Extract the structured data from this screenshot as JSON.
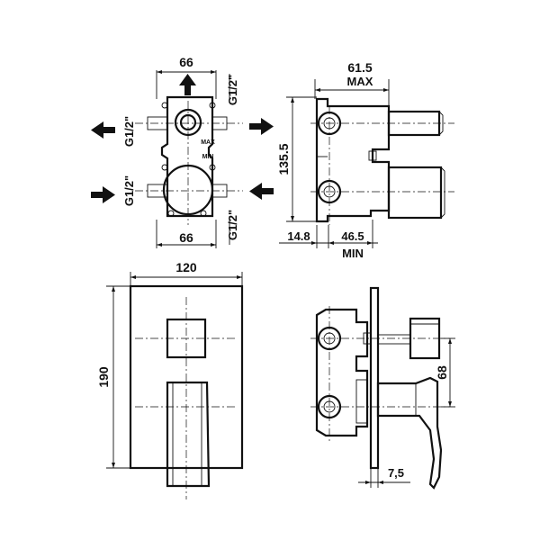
{
  "top_left": {
    "dim_top": "66",
    "dim_bottom": "66",
    "thread_top_right": "G1/2\"",
    "thread_left_top": "G1/2\"",
    "thread_left_bottom": "G1/2\"",
    "thread_bottom_right": "G1/2\"",
    "label_max": "MAX",
    "label_min": "MIN"
  },
  "top_right": {
    "dim_depth_max": "61.5",
    "label_max": "MAX",
    "dim_height": "135.5",
    "dim_front": "14.8",
    "dim_depth_min": "46.5",
    "label_min": "MIN"
  },
  "bottom_left": {
    "dim_width": "120",
    "dim_height": "190"
  },
  "bottom_right": {
    "dim_offset": "68",
    "dim_plate": "7,5"
  }
}
